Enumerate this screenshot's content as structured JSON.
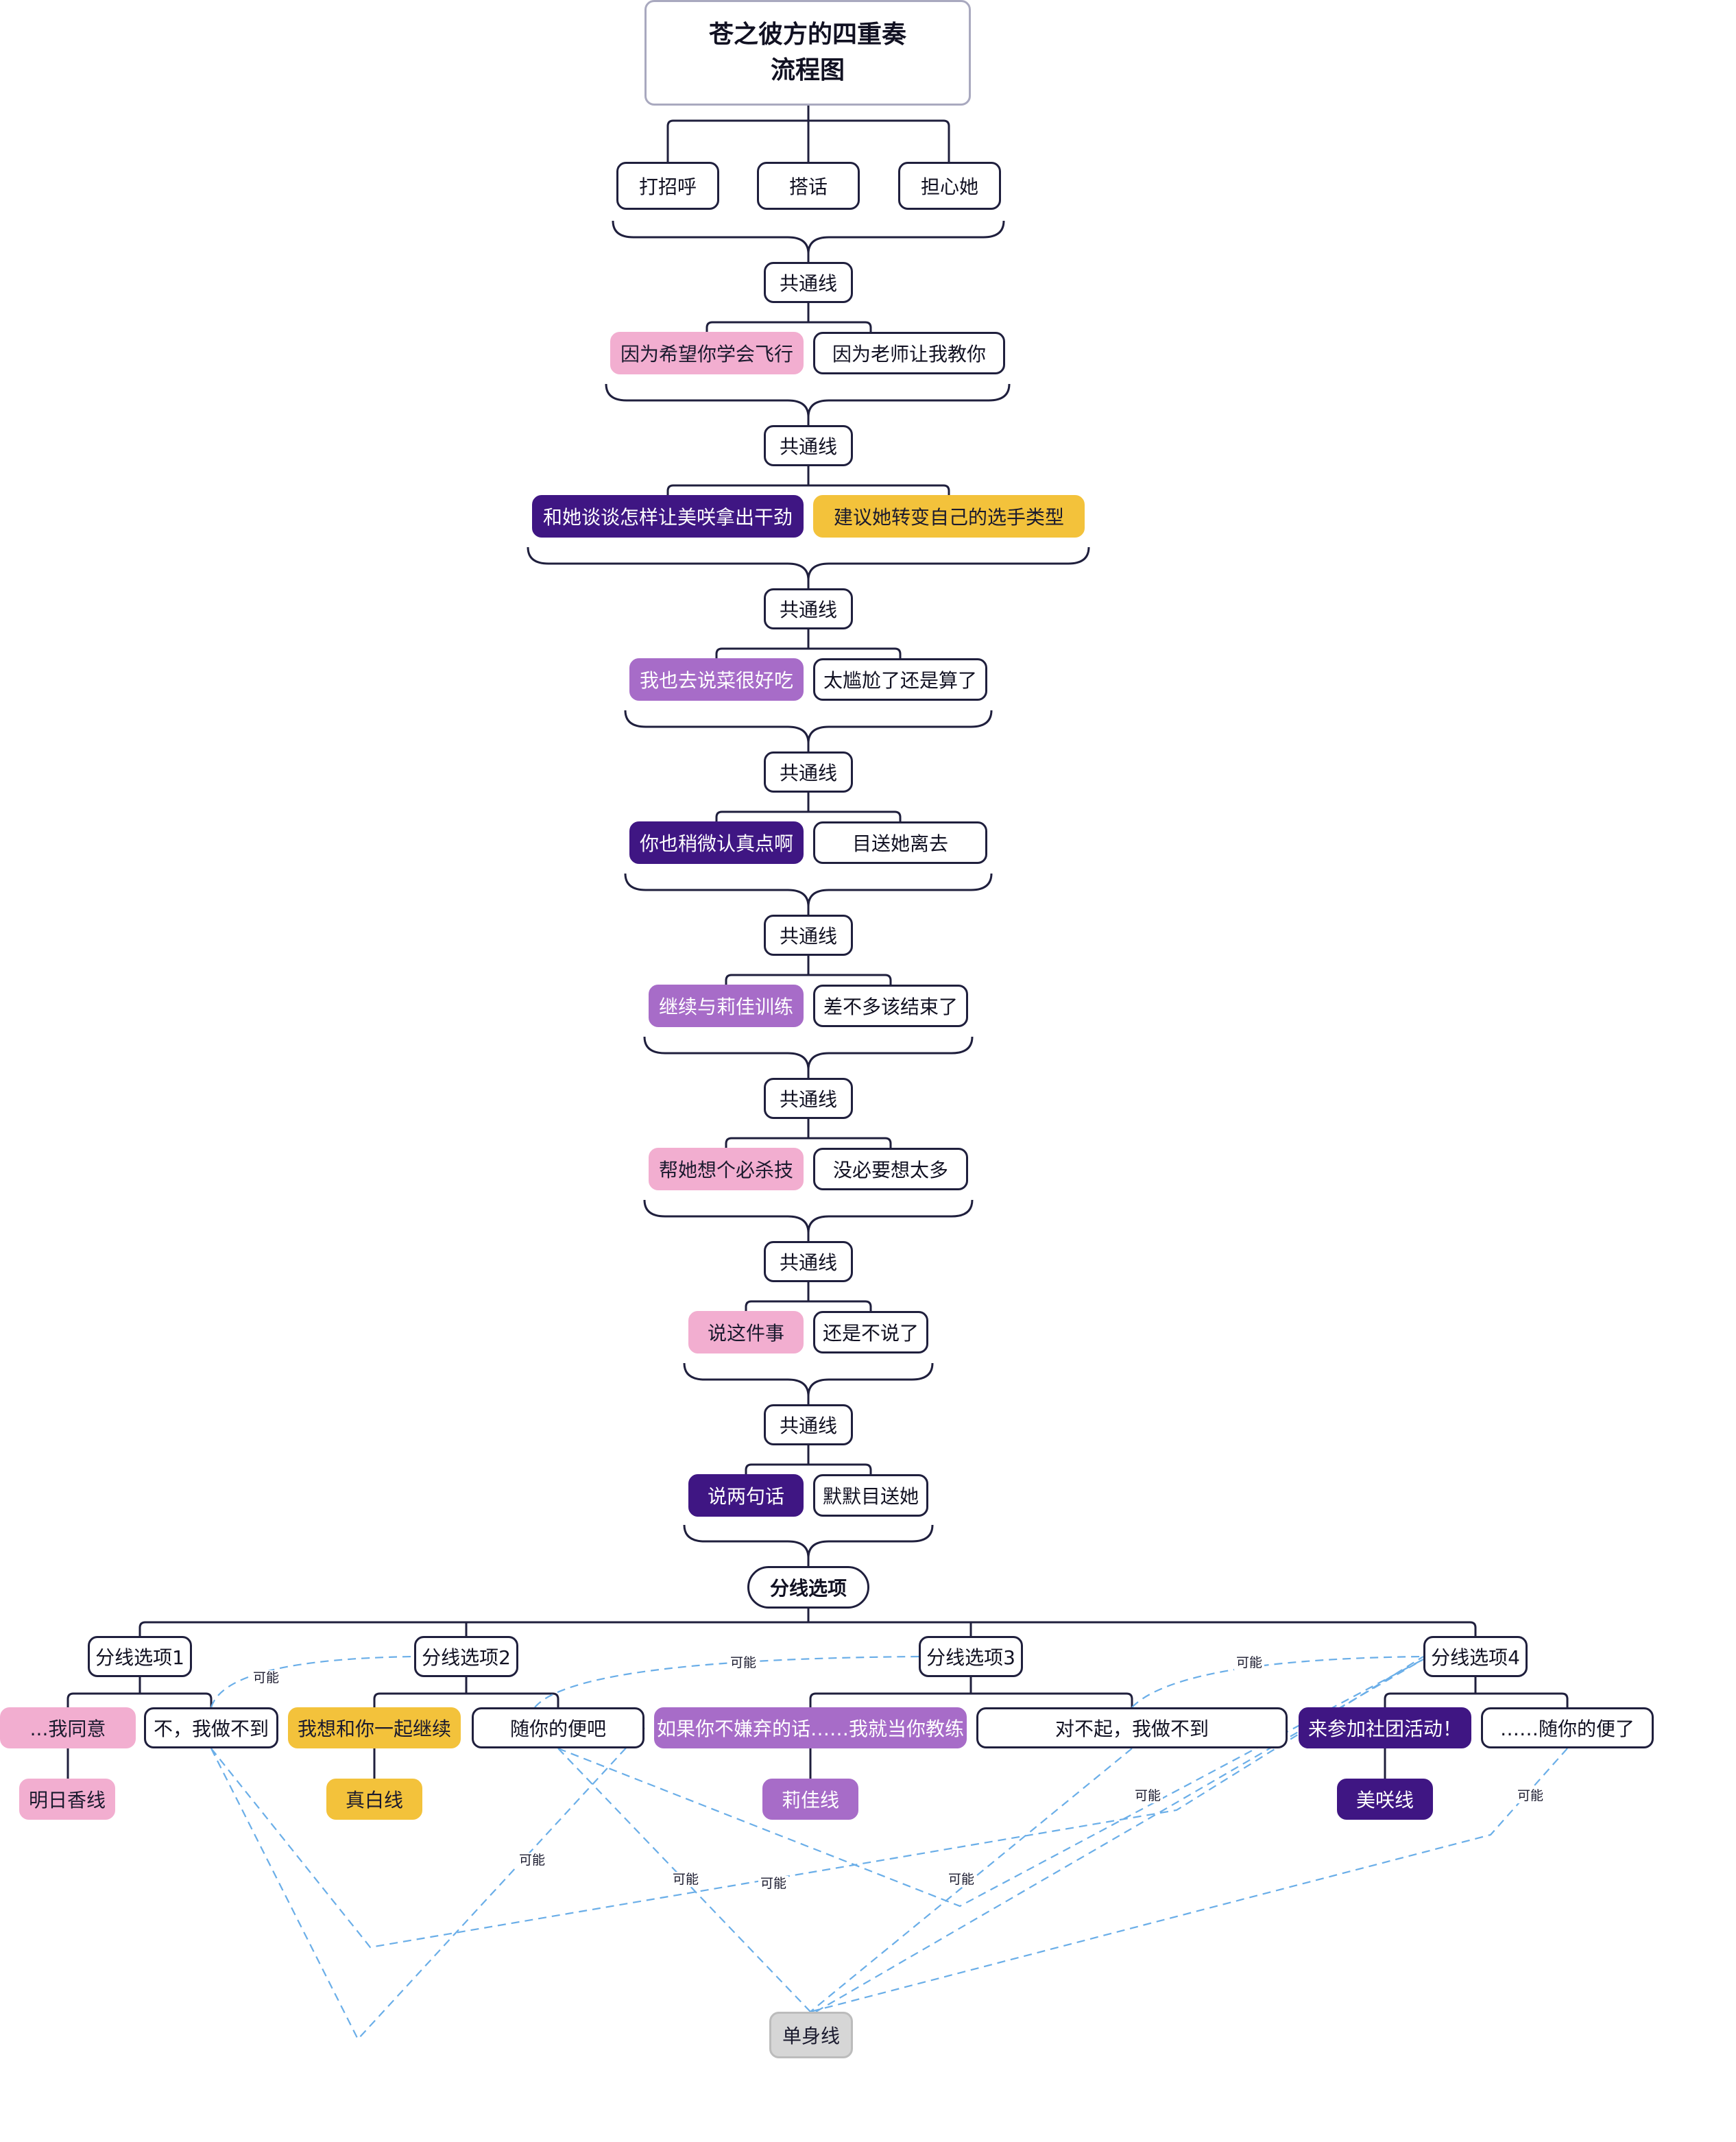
{
  "title": {
    "line1": "苍之彼方的四重奏",
    "line2": "流程图"
  },
  "choices": {
    "c1": [
      "打招呼",
      "搭话",
      "担心她"
    ],
    "c2": [
      "因为希望你学会飞行",
      "因为老师让我教你"
    ],
    "c3": [
      "和她谈谈怎样让美咲拿出干劲",
      "建议她转变自己的选手类型"
    ],
    "c4": [
      "我也去说菜很好吃",
      "太尴尬了还是算了"
    ],
    "c5": [
      "你也稍微认真点啊",
      "目送她离去"
    ],
    "c6": [
      "继续与莉佳训练",
      "差不多该结束了"
    ],
    "c7": [
      "帮她想个必杀技",
      "没必要想太多"
    ],
    "c8": [
      "说这件事",
      "还是不说了"
    ],
    "c9": [
      "说两句话",
      "默默目送她"
    ]
  },
  "common_label": "共通线",
  "branch_hub": "分线选项",
  "branches": {
    "b1": {
      "label": "分线选项1",
      "options": [
        "...我同意",
        "不，我做不到"
      ],
      "route": "明日香线"
    },
    "b2": {
      "label": "分线选项2",
      "options": [
        "我想和你一起继续",
        "随你的便吧"
      ],
      "route": "真白线"
    },
    "b3": {
      "label": "分线选项3",
      "options": [
        "如果你不嫌弃的话……我就当你教练",
        "对不起，我做不到"
      ],
      "route": "莉佳线"
    },
    "b4": {
      "label": "分线选项4",
      "options": [
        "来参加社团活动！",
        "……随你的便了"
      ],
      "route": "美咲线"
    }
  },
  "single_route": "单身线",
  "maybe_label": "可能",
  "colors": {
    "pink": "#f2aed0",
    "lilac": "#a76cc8",
    "deep": "#3f1683",
    "yellow": "#f3c23b",
    "line": "#1f1f3d",
    "dashed": "#6aaee8"
  }
}
